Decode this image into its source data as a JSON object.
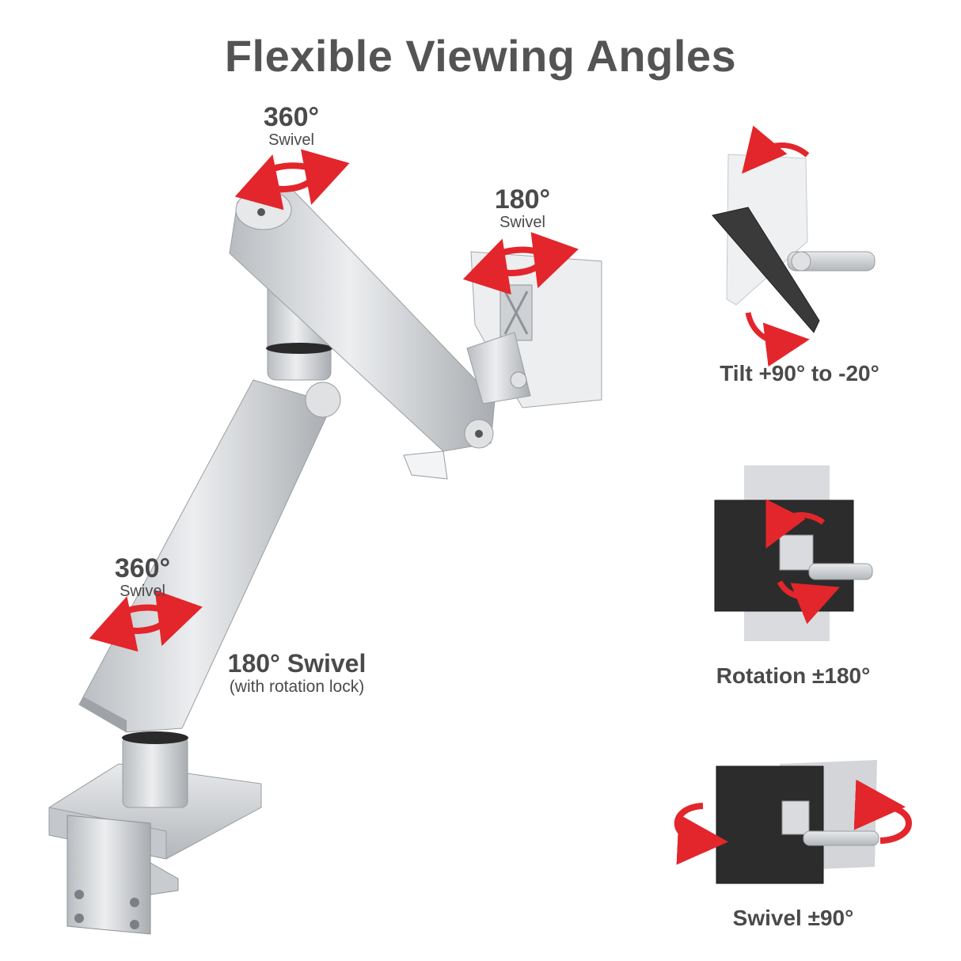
{
  "title": "Flexible Viewing Angles",
  "callouts": {
    "top_swivel": {
      "degree": "360°",
      "label": "Swivel"
    },
    "vesa_swivel": {
      "degree": "180°",
      "label": "Swivel"
    },
    "lower_swivel": {
      "degree": "360°",
      "label": "Swivel"
    },
    "base_swivel": {
      "label": "180° Swivel",
      "note": "(with rotation lock)"
    }
  },
  "panels": {
    "tilt": {
      "caption": "Tilt +90° to -20°"
    },
    "rotation": {
      "caption": "Rotation ±180°"
    },
    "swivel": {
      "caption": "Swivel ±90°"
    }
  },
  "colors": {
    "arrow": "#e3262b",
    "metal": "#d5d7da",
    "monitor": "#2b2b2b",
    "text": "#4a4a4a"
  }
}
